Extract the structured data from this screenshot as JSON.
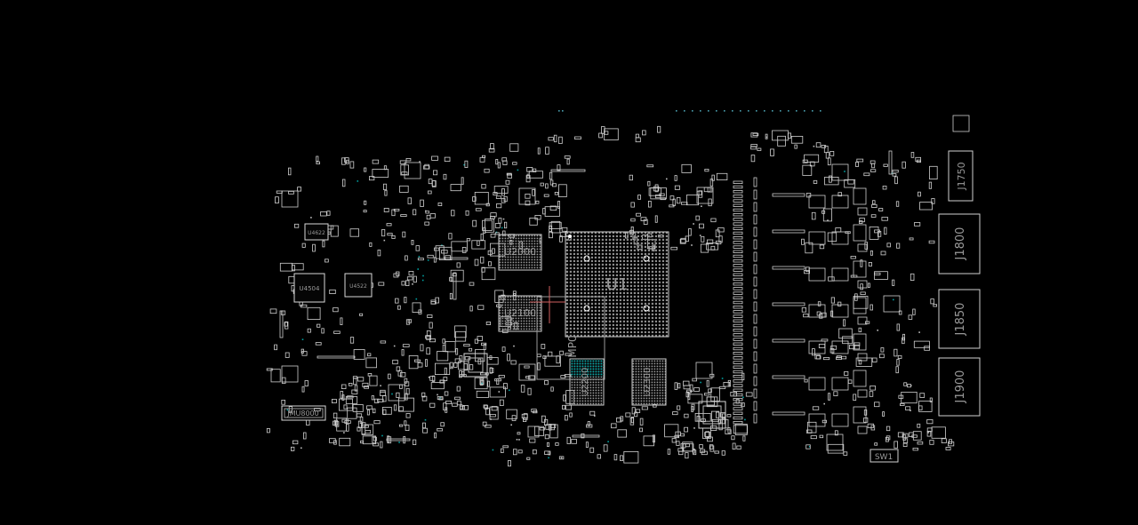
{
  "board": {
    "background": "#000000",
    "outline_color": "#d8d8d8",
    "accent_color": "#00a0a0",
    "crosshair_color": "#d06060"
  },
  "labels": {
    "u1": "U1",
    "u2000": "U2000",
    "u2100": "U2100",
    "u2200": "U2200",
    "u2300": "U2300",
    "u4504": "U4504",
    "u4522": "U4522",
    "u4622": "U4622",
    "mp": "MP0",
    "j1750": "J1750",
    "j1800": "J1800",
    "j1850": "J1850",
    "j1900": "J1900",
    "sw1": "SW1",
    "jmu": "JMU8000"
  }
}
